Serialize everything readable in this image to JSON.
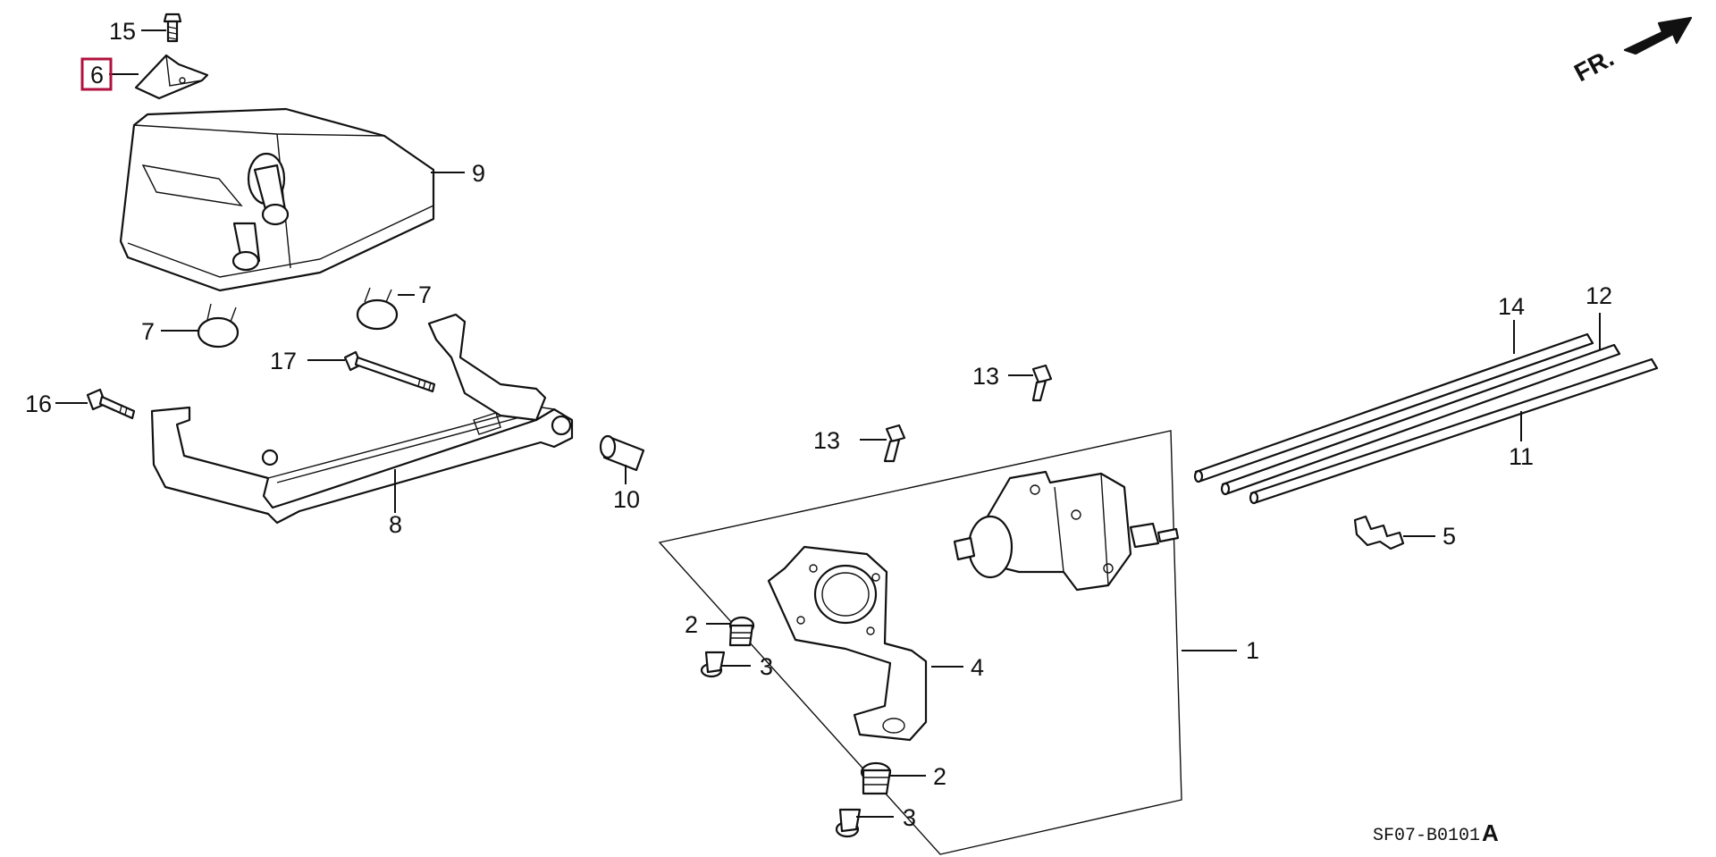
{
  "diagram": {
    "diagram_code": "SF07-B0101",
    "diagram_code_suffix": "A",
    "orientation_label": "FR.",
    "highlight_color": "#b0123f",
    "callouts": {
      "c1": "1",
      "c2a": "2",
      "c2b": "2",
      "c3a": "3",
      "c3b": "3",
      "c4": "4",
      "c5": "5",
      "c6": "6",
      "c7a": "7",
      "c7b": "7",
      "c8": "8",
      "c9": "9",
      "c10": "10",
      "c11": "11",
      "c12": "12",
      "c13a": "13",
      "c13b": "13",
      "c14": "14",
      "c15": "15",
      "c16": "16",
      "c17": "17"
    },
    "highlighted_callout": "6"
  }
}
